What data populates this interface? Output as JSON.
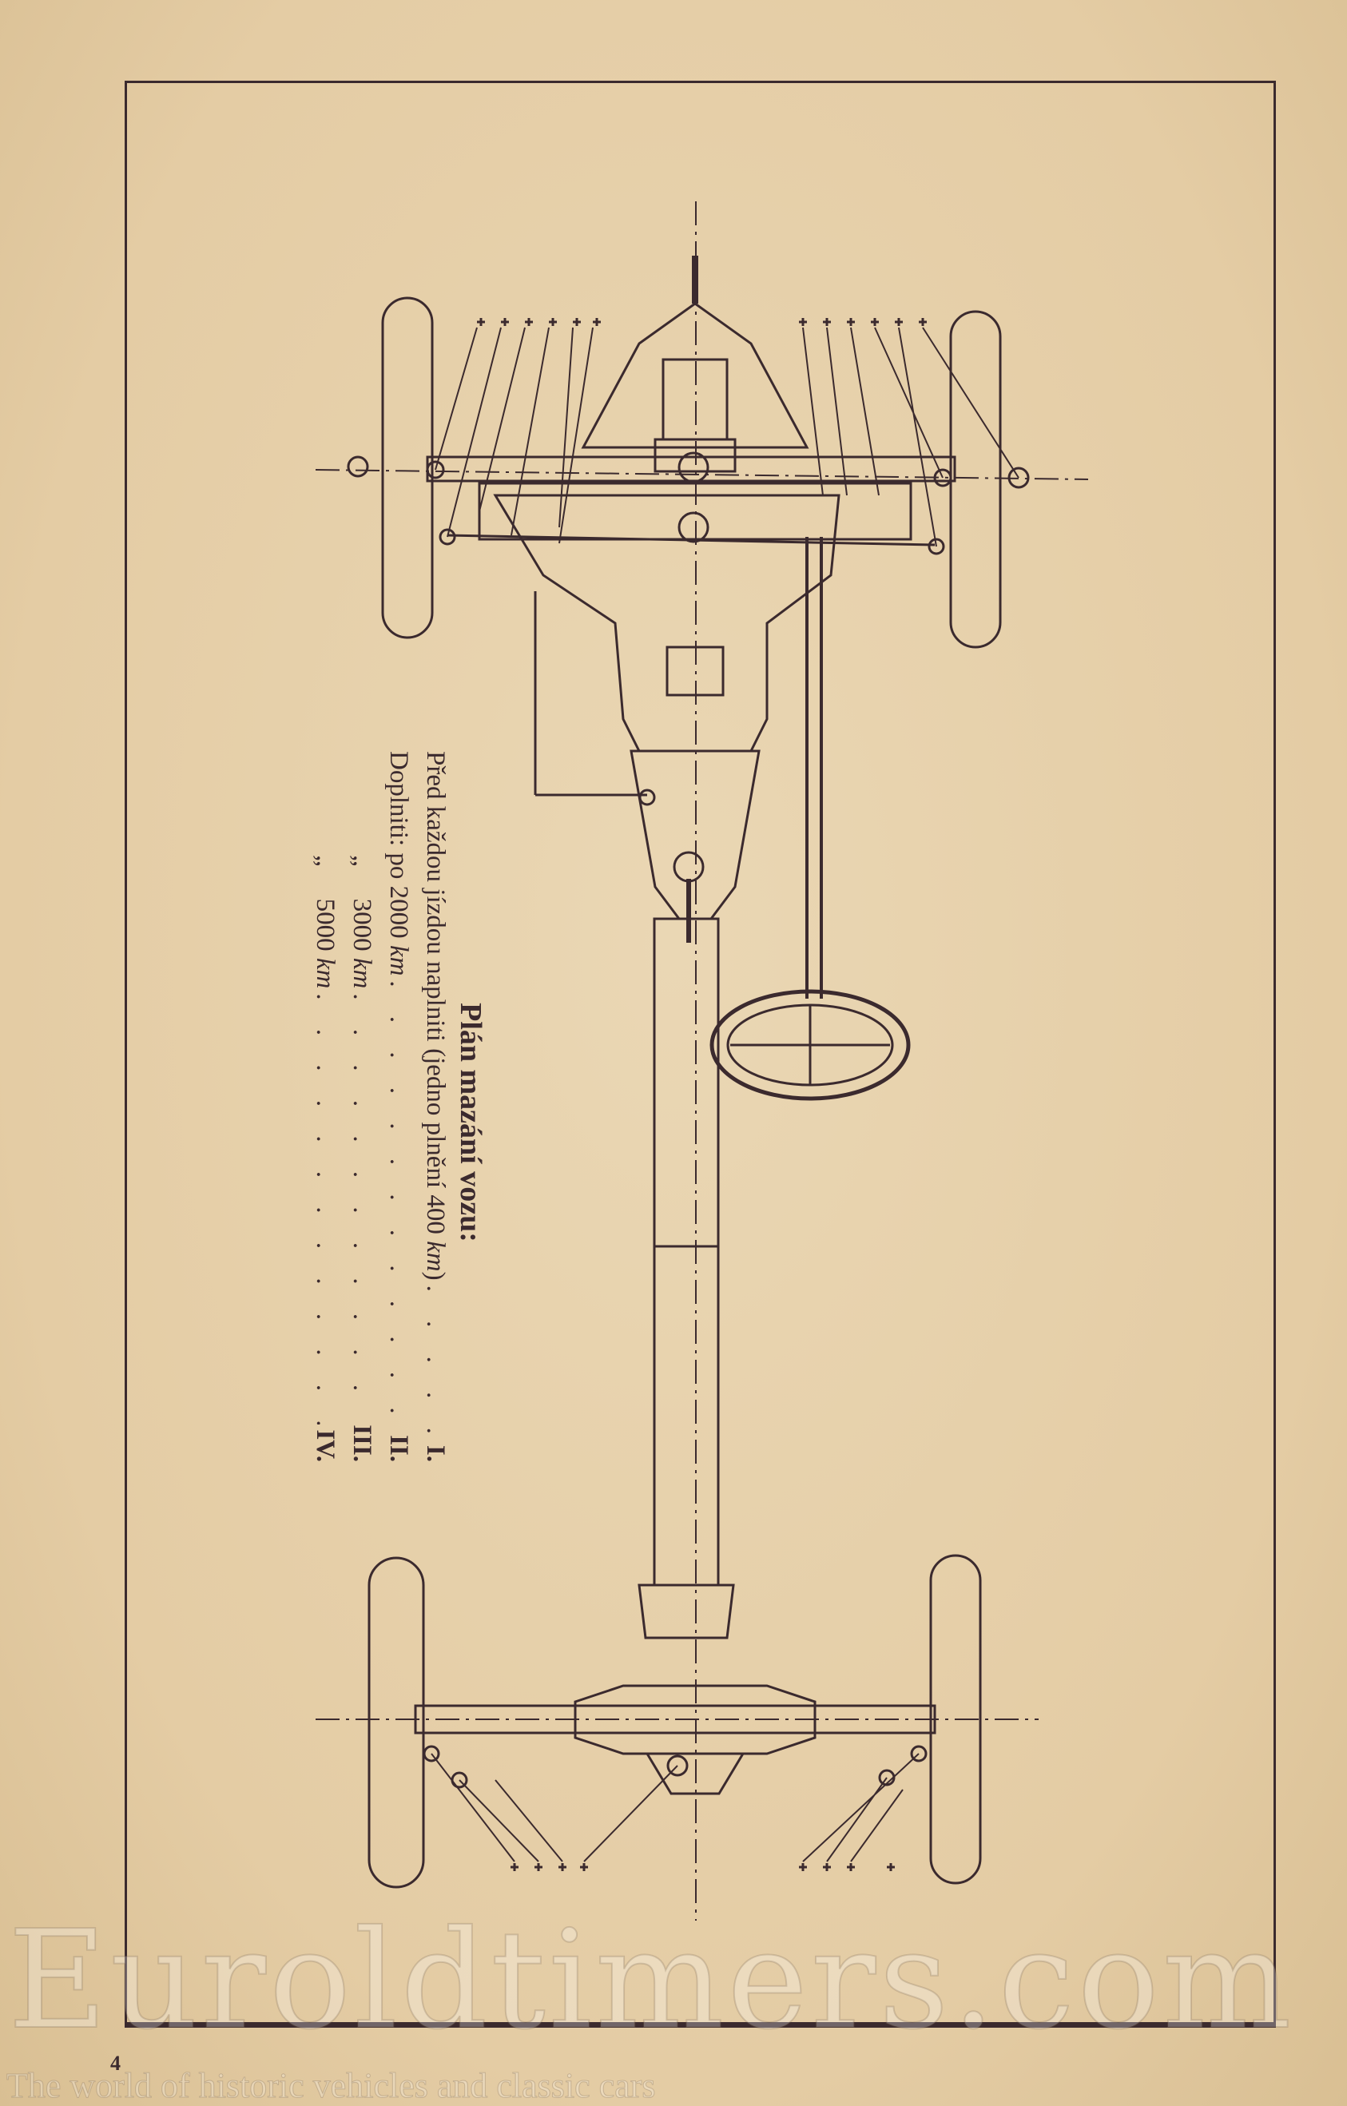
{
  "legend": {
    "title": "Plán mazání vozu:",
    "rows": [
      {
        "prefix": "Před každou jízdou naplniti (jedno plnění 400 ",
        "unit": "km",
        "suffix": ")",
        "numeral": "I."
      },
      {
        "prefix": "Doplniti: po 2000 ",
        "unit": "km",
        "suffix": "",
        "numeral": "II."
      },
      {
        "quote": "„",
        "prefix": "3000 ",
        "unit": "km",
        "suffix": "",
        "numeral": "III."
      },
      {
        "quote": "„",
        "prefix": "5000 ",
        "unit": "km",
        "suffix": "",
        "numeral": "IV."
      }
    ]
  },
  "page_number": "4",
  "watermark": {
    "brand": "Euroldtimers.com",
    "tagline": "The world of historic vehicles and classic cars"
  },
  "colors": {
    "paper": "#e6cfa8",
    "ink": "#3b2a2e"
  }
}
